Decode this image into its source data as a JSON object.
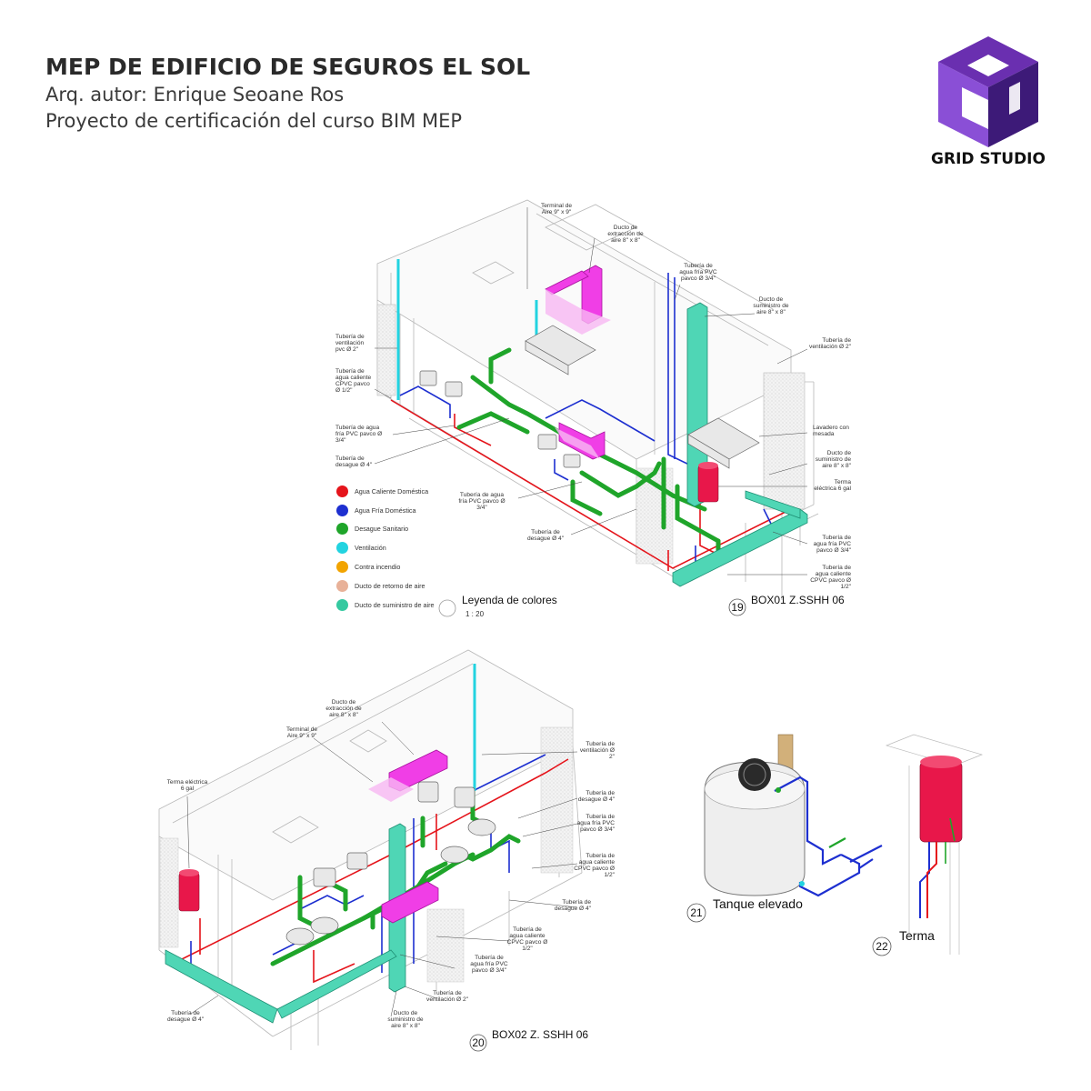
{
  "header": {
    "title": "MEP DE EDIFICIO DE SEGUROS EL SOL",
    "author": "Arq. autor: Enrique Seoane Ros",
    "project": "Proyecto de certificación del curso BIM MEP"
  },
  "logo": {
    "name": "GRID STUDIO",
    "colors": {
      "top": "#6a2fb0",
      "side": "#3d1a78",
      "front": "#8a4fd6"
    }
  },
  "legend": {
    "title": "Leyenda de colores",
    "scale": "1 : 20",
    "items": [
      {
        "label": "Agua Caliente Doméstica",
        "color": "#e5141b"
      },
      {
        "label": "Agua Fría Doméstica",
        "color": "#1d2fd0"
      },
      {
        "label": "Desague Sanitario",
        "color": "#1fa52a"
      },
      {
        "label": "Ventilación",
        "color": "#22d3e0"
      },
      {
        "label": "Contra incendio",
        "color": "#f2a400"
      },
      {
        "label": "Ducto de retorno de aire",
        "color": "#e8b198"
      },
      {
        "label": "Ducto de suministro de aire",
        "color": "#35c9a0"
      }
    ]
  },
  "drawing19": {
    "number": "19",
    "caption": "BOX01 Z.SSHH 06",
    "labels": {
      "terminal": [
        "Terminal de",
        "Aire 9\" x 9\""
      ],
      "ducto_ext": [
        "Ducto de",
        "extracción de",
        "aire  8\" x 8\""
      ],
      "fria_top": [
        "Tubería de",
        "agua fría PVC",
        "pavco Ø 3/4\""
      ],
      "ducto_sum_top": [
        "Ducto de",
        "suministro de",
        "aire  8\" x 8\""
      ],
      "vent_right": [
        "Tubería de",
        "ventilación Ø 2\""
      ],
      "vent_left": [
        "Tubería de",
        "ventilación",
        "pvc Ø 2\""
      ],
      "caliente_left": [
        "Tubería de",
        "agua caliente",
        "CPVC pavco",
        "Ø 1/2\""
      ],
      "fria_left": [
        "Tubería de agua",
        "fría PVC pavco Ø",
        "3/4\""
      ],
      "desague_left": [
        "Tubería de",
        "desague Ø 4\""
      ],
      "lavadero": [
        "Lavadero con",
        "mesada"
      ],
      "ducto_sum_right": [
        "Ducto de",
        "suministro de",
        "aire  8\" x 8\""
      ],
      "terma": [
        "Terma",
        "eléctrica 6 gal"
      ],
      "fria_mid": [
        "Tubería de agua",
        "fría PVC pavco Ø",
        "3/4\""
      ],
      "desague_mid": [
        "Tubería de",
        "desague Ø 4\""
      ],
      "fria_right": [
        "Tubería de",
        "agua fría PVC",
        "pavco Ø 3/4\""
      ],
      "caliente_right": [
        "Tubería de",
        "agua caliente",
        "CPVC pavco Ø",
        "1/2\""
      ]
    }
  },
  "drawing20": {
    "number": "20",
    "caption": "BOX02 Z. SSHH 06",
    "labels": {
      "ducto_ext": [
        "Ducto de",
        "extracción de",
        "aire  8\" x 8\""
      ],
      "terminal": [
        "Terminal de",
        "Aire 9\" x 9\""
      ],
      "vent_top": [
        "Tubería de",
        "ventilación Ø",
        "2\""
      ],
      "terma": [
        "Terma eléctrica",
        "6 gal"
      ],
      "desague_r1": [
        "Tubería de",
        "desague Ø 4\""
      ],
      "fria_r1": [
        "Tubería de",
        "agua fría PVC",
        "pavco Ø 3/4\""
      ],
      "caliente_r1": [
        "Tubería de",
        "agua caliente",
        "CPVC pavco Ø",
        "1/2\""
      ],
      "desague_r2": [
        "Tubería de",
        "desague Ø 4\""
      ],
      "caliente_mid": [
        "Tubería de",
        "agua caliente",
        "CPVC pavco Ø",
        "1/2\""
      ],
      "fria_mid": [
        "Tubería de",
        "agua fría PVC",
        "pavco Ø 3/4\""
      ],
      "vent_bottom": [
        "Tubería de",
        "ventilación Ø 2\""
      ],
      "desague_bottom": [
        "Tubería de",
        "desague Ø 4\""
      ],
      "ducto_sum": [
        "Ducto de",
        "suministro de",
        "aire  8\" x 8\""
      ]
    }
  },
  "drawing21": {
    "number": "21",
    "caption": "Tanque elevado"
  },
  "drawing22": {
    "number": "22",
    "caption": "Terma"
  }
}
